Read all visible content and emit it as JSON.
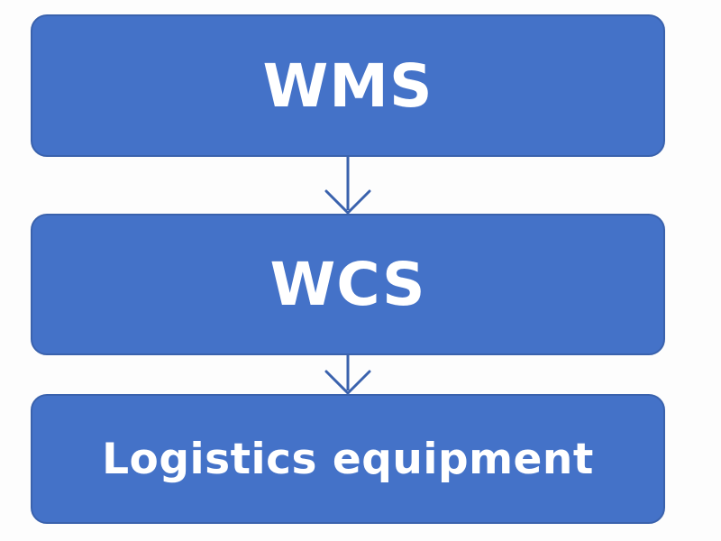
{
  "diagram": {
    "nodes": [
      {
        "id": "wms",
        "label": "WMS"
      },
      {
        "id": "wcs",
        "label": "WCS"
      },
      {
        "id": "logistics-equipment",
        "label": "Logistics equipment"
      }
    ],
    "edges": [
      {
        "from": "wms",
        "to": "wcs"
      },
      {
        "from": "wcs",
        "to": "logistics-equipment"
      }
    ],
    "colors": {
      "box_fill": "#4472c8",
      "box_border": "#3a62ad",
      "text": "#ffffff",
      "arrow": "#3a62ad",
      "background": "#fdfdfd"
    }
  }
}
